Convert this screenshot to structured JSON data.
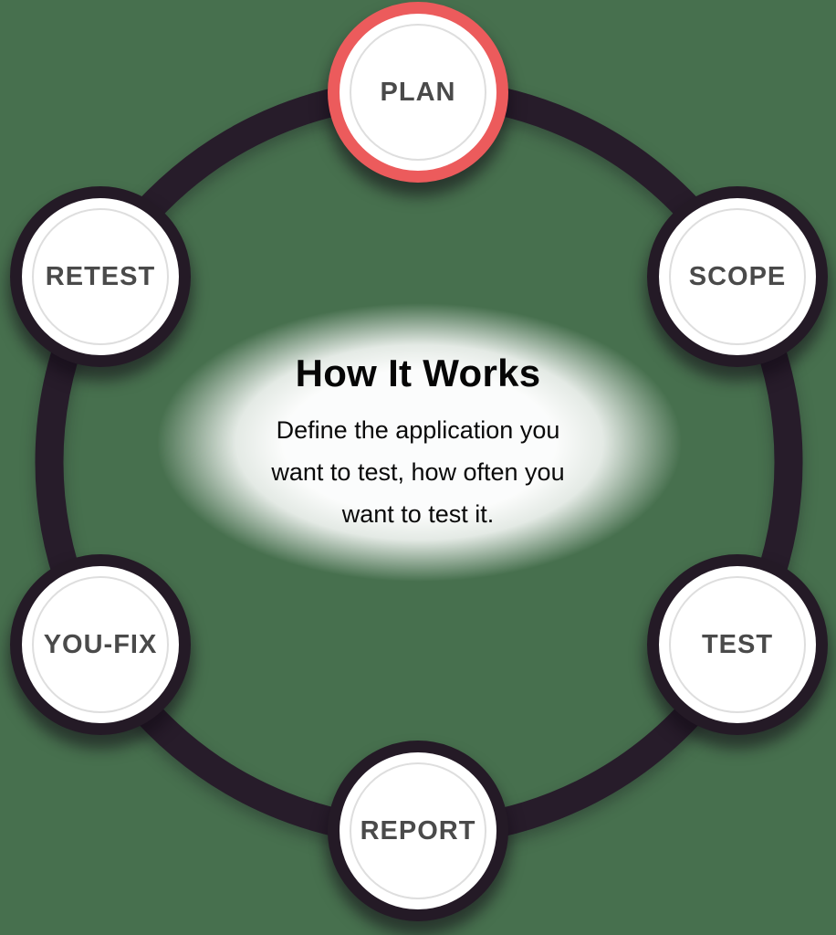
{
  "diagram": {
    "title": "How It Works",
    "description_lines": [
      "Define the application you",
      "want to test, how often you",
      "want to test it."
    ],
    "nodes": [
      {
        "id": "plan",
        "label": "PLAN",
        "active": true
      },
      {
        "id": "scope",
        "label": "SCOPE",
        "active": false
      },
      {
        "id": "test",
        "label": "TEST",
        "active": false
      },
      {
        "id": "report",
        "label": "REPORT",
        "active": false
      },
      {
        "id": "you-fix",
        "label": "YOU-FIX",
        "active": false
      },
      {
        "id": "retest",
        "label": "RETEST",
        "active": false
      }
    ]
  },
  "colors": {
    "background": "#47704E",
    "ring": "#271C2A",
    "node_ring": "#241A26",
    "active_ring": "#EC5B5C",
    "label": "#4A4A4A",
    "inner_circle": "#DEDEDE",
    "text": "#0A0A0A",
    "title": "#060606"
  }
}
